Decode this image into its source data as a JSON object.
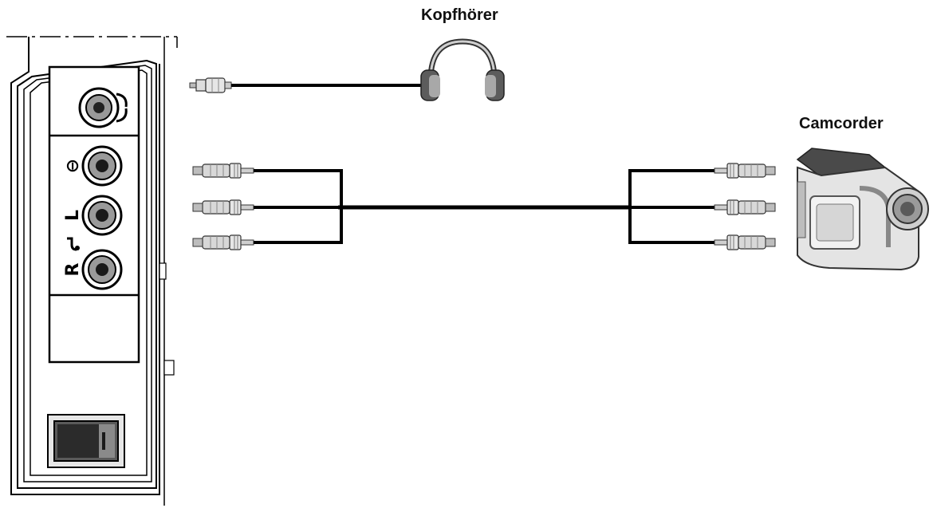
{
  "labels": {
    "headphones": "Kopfhörer",
    "camcorder": "Camcorder"
  },
  "panel": {
    "ports": [
      {
        "id": "headphone-jack",
        "symbol": ""
      },
      {
        "id": "video-in",
        "symbol": "⊖"
      },
      {
        "id": "audio-left",
        "symbol": "L"
      },
      {
        "id": "audio-right",
        "symbol": "R"
      }
    ]
  },
  "colors": {
    "line": "#000000",
    "device": "#e8e8e8",
    "device_dark": "#6b6b6b"
  }
}
